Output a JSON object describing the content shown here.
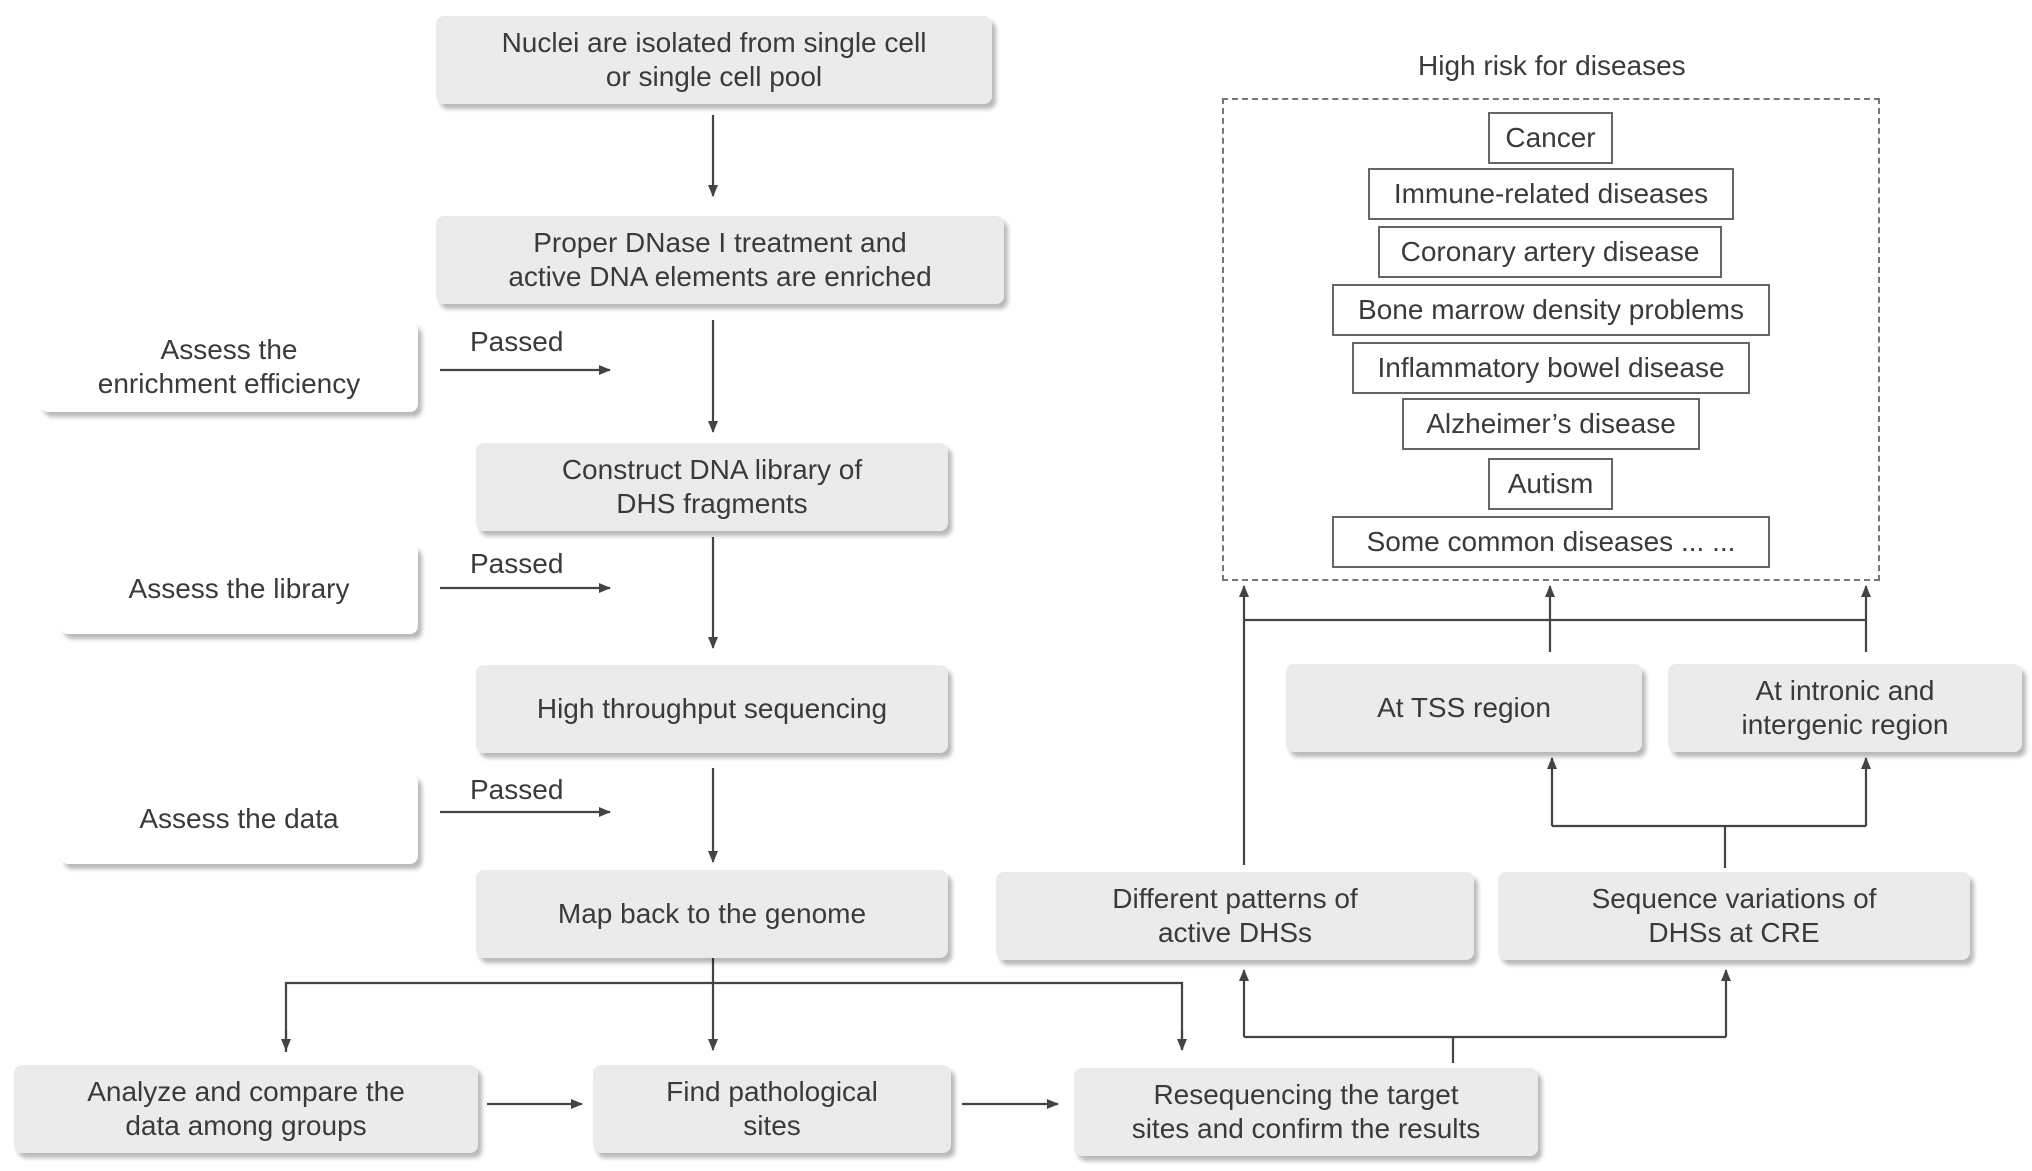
{
  "main_flow": {
    "isolate": [
      "Nuclei are isolated from single cell",
      "or single cell pool"
    ],
    "dnase": [
      "Proper DNase I treatment and",
      "active DNA elements are enriched"
    ],
    "library": [
      "Construct DNA library of",
      "DHS fragments"
    ],
    "sequencing": "High throughput sequencing",
    "map": "Map back to the genome"
  },
  "assessments": {
    "enrichment": [
      "Assess the",
      "enrichment efficiency"
    ],
    "library": "Assess the library",
    "data": "Assess the data",
    "passed_label": "Passed"
  },
  "bottom_row": {
    "analyze": [
      "Analyze and compare the",
      "data among groups"
    ],
    "find": [
      "Find pathological",
      "sites"
    ],
    "resequence": [
      "Resequencing the target",
      "sites and confirm the results"
    ]
  },
  "right_flow": {
    "patterns": [
      "Different patterns of",
      "active DHSs"
    ],
    "variations": [
      "Sequence variations of",
      "DHSs at CRE"
    ],
    "tss": "At TSS region",
    "intronic": [
      "At intronic and",
      "intergenic region"
    ]
  },
  "risk_panel": {
    "title": "High risk for diseases",
    "diseases": [
      "Cancer",
      "Immune-related diseases",
      "Coronary artery disease",
      "Bone marrow density problems",
      "Inflammatory bowel disease",
      "Alzheimer’s disease",
      "Autism",
      "Some common diseases ...  ..."
    ]
  }
}
